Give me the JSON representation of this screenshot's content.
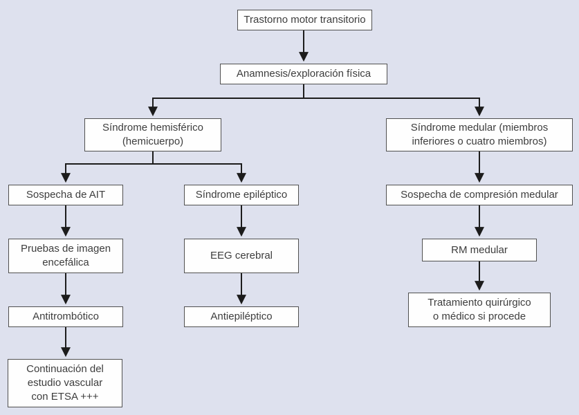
{
  "figure": {
    "title": "Trastorno motor transitorio — algoritmo diagnóstico",
    "background_color": "#dee1ee",
    "box_fill": "#fefefe",
    "box_border_color": "#4f4f4f",
    "arrow_color": "#1c1c1c",
    "text_color": "#3d3d3d"
  },
  "nodes": {
    "root": {
      "label": "Trastorno motor transitorio"
    },
    "anamnesis": {
      "label": "Anamnesis/exploración física"
    },
    "hemisferico": {
      "label": "Síndrome hemisférico\n(hemicuerpo)"
    },
    "medular": {
      "label": "Síndrome medular (miembros\ninferiores o cuatro miembros)"
    },
    "ait": {
      "label": "Sospecha de AIT"
    },
    "epileptico": {
      "label": "Síndrome epiléptico"
    },
    "compresion": {
      "label": "Sospecha de compresión medular"
    },
    "imagen": {
      "label": "Pruebas de imagen\nencefálica"
    },
    "eeg": {
      "label": "EEG cerebral"
    },
    "rm": {
      "label": "RM medular"
    },
    "antitrombotico": {
      "label": "Antitrombótico"
    },
    "antiepileptico": {
      "label": "Antiepiléptico"
    },
    "tratamiento": {
      "label": "Tratamiento quirúrgico\no médico si procede"
    },
    "continuacion": {
      "label": "Continuación del\nestudio vascular\ncon ETSA +++"
    }
  }
}
